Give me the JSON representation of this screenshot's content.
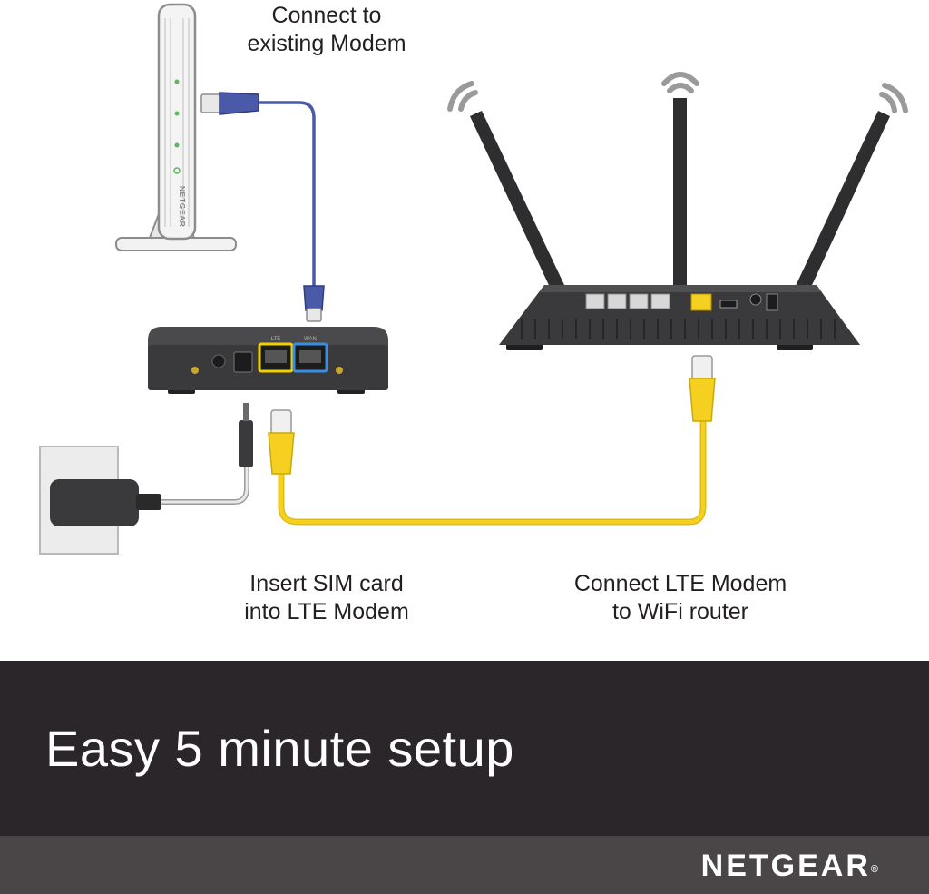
{
  "diagram": {
    "step_modem": {
      "line1": "Connect to",
      "line2": "existing Modem"
    },
    "step_sim": {
      "line1": "Insert SIM card",
      "line2": "into LTE Modem"
    },
    "step_router": {
      "line1": "Connect LTE Modem",
      "line2": "to WiFi router"
    },
    "modem_brand": "NETGEAR",
    "lte_port_labels": [
      "LTE",
      "WAN"
    ],
    "colors": {
      "blue_cable": "#4a5aa8",
      "yellow_cable": "#f5d020",
      "device_dark": "#3a3a3c",
      "lte_port_outline": "#f0d000",
      "wan_port_outline": "#3a8ee0"
    }
  },
  "banner": {
    "headline": "Easy 5 minute setup"
  },
  "footer": {
    "brand": "NETGEAR",
    "trademark": "®"
  }
}
